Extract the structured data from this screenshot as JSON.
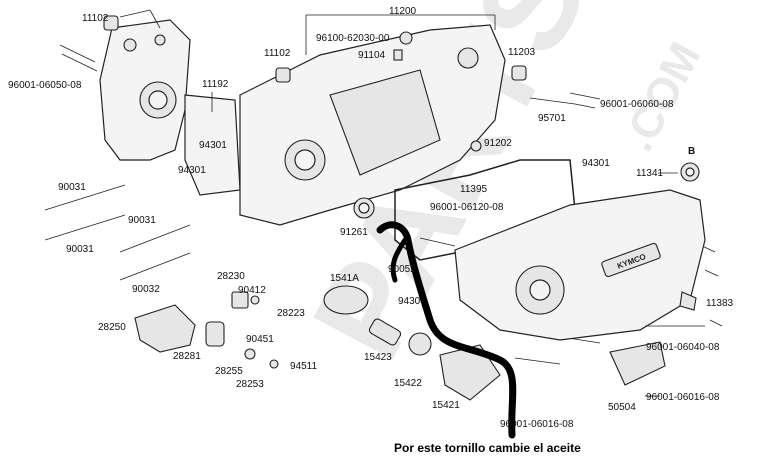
{
  "watermark": {
    "brand": "PARTS",
    "domain": ".COM"
  },
  "callouts": [
    "11102",
    "11200",
    "96100-62030-00",
    "91104",
    "11102",
    "11203",
    "96001-06050-08",
    "11192",
    "96001-06060-08",
    "95701",
    "94301",
    "94301",
    "91202",
    "B",
    "94301",
    "11341",
    "11395",
    "90031",
    "96001-06120-08",
    "90031",
    "91261",
    "90031",
    "90052",
    "90032",
    "28230",
    "90412",
    "1541A",
    "28223",
    "9430",
    "11383",
    "28250",
    "90451",
    "15423",
    "28281",
    "94511",
    "28255",
    "28253",
    "15422",
    "96001-06040-08",
    "50504",
    "15421",
    "96001-06016-08",
    "96001-06016-08"
  ],
  "caption": "Por este tornillo cambie el aceite",
  "cover_logo": "KYMCO",
  "colors": {
    "highlight": "#000000",
    "line": "#222222"
  }
}
